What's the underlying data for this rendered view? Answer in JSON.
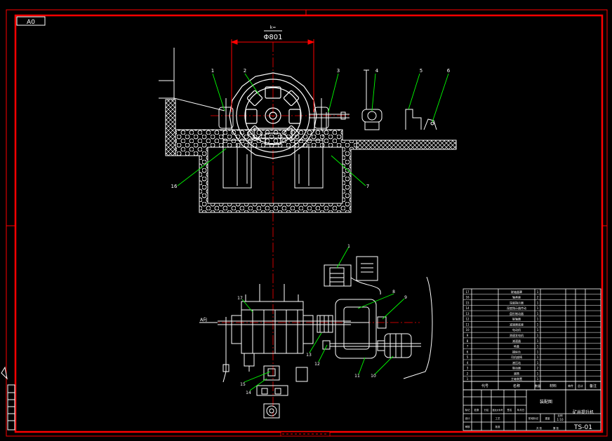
{
  "sheet": {
    "corner_code": "A0",
    "drawing_number": "TS-01",
    "title_block_name": "矿井提升机",
    "title_block_company": "装配图",
    "projection": "1:10"
  },
  "dimensions": {
    "diameter_label": "Φ801",
    "diameter_prefix": "k="
  },
  "callouts_front": [
    "1",
    "2",
    "3",
    "4",
    "5",
    "6",
    "7",
    "16"
  ],
  "callouts_plan": [
    "1",
    "8",
    "9",
    "10",
    "11",
    "12",
    "13",
    "14",
    "15",
    "17"
  ],
  "axis_label": "A向",
  "parts_table": {
    "header": [
      "代号",
      "名称",
      "数量",
      "材料",
      "单件",
      "总计",
      "备注"
    ],
    "rows": [
      {
        "no": "17",
        "name": "联轴器罩",
        "qty": "1"
      },
      {
        "no": "16",
        "name": "轴承座",
        "qty": "2"
      },
      {
        "no": "15",
        "name": "深度指示器",
        "qty": "1"
      },
      {
        "no": "14",
        "name": "深度指示器传动",
        "qty": "1"
      },
      {
        "no": "13",
        "name": "盘形制动器",
        "qty": "1"
      },
      {
        "no": "12",
        "name": "联轴器",
        "qty": "1"
      },
      {
        "no": "11",
        "name": "减速器底座",
        "qty": "1"
      },
      {
        "no": "10",
        "name": "电动机",
        "qty": "1"
      },
      {
        "no": "9",
        "name": "测速发电机",
        "qty": "1"
      },
      {
        "no": "8",
        "name": "减速器",
        "qty": "1"
      },
      {
        "no": "7",
        "name": "地基",
        "qty": "1"
      },
      {
        "no": "6",
        "name": "操纵台",
        "qty": "1"
      },
      {
        "no": "5",
        "name": "司机座椅",
        "qty": "1"
      },
      {
        "no": "4",
        "name": "液压站",
        "qty": "1"
      },
      {
        "no": "3",
        "name": "制动器",
        "qty": "2"
      },
      {
        "no": "2",
        "name": "滚筒",
        "qty": "1"
      },
      {
        "no": "1",
        "name": "主轴装置",
        "qty": "1"
      }
    ],
    "sign_labels": [
      "标记",
      "处数",
      "分区",
      "更改文件号",
      "签名",
      "年月日"
    ],
    "role_labels": [
      "设计",
      "审核",
      "工艺",
      "批准"
    ],
    "stage_labels": [
      "阶段标记",
      "重量",
      "比例"
    ],
    "sheet_labels": [
      "共 张",
      "第 张"
    ]
  },
  "colors": {
    "frame": "#ff0000",
    "lines": "#ffffff",
    "leaders": "#00ff00",
    "centerline": "#ff0000",
    "dimension": "#ff0000"
  }
}
